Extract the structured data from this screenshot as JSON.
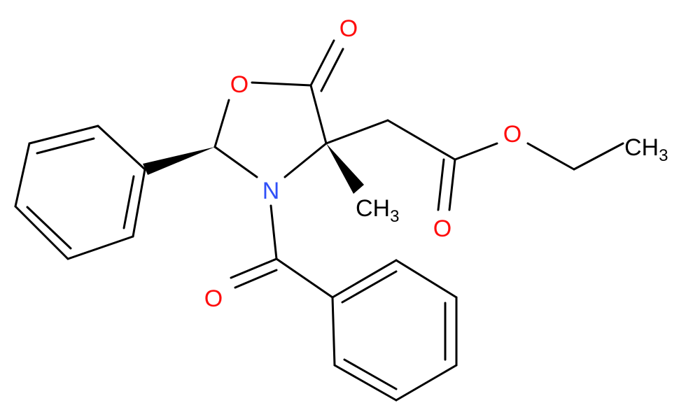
{
  "colors": {
    "background": "#ffffff",
    "bond": "#000000",
    "oxygen": "#ff0d0d",
    "nitrogen": "#3050f8",
    "carbon": "#000000"
  },
  "labels": {
    "ring_oxygen": "O",
    "lactone_carbonyl_oxygen": "O",
    "nitrogen": "N",
    "methyl_c": "CH",
    "methyl_sub": "3",
    "ester_oxygen": "O",
    "ester_carbonyl_oxygen": "O",
    "ethyl_c": "CH",
    "ethyl_sub": "3",
    "benzoyl_oxygen": "O"
  }
}
